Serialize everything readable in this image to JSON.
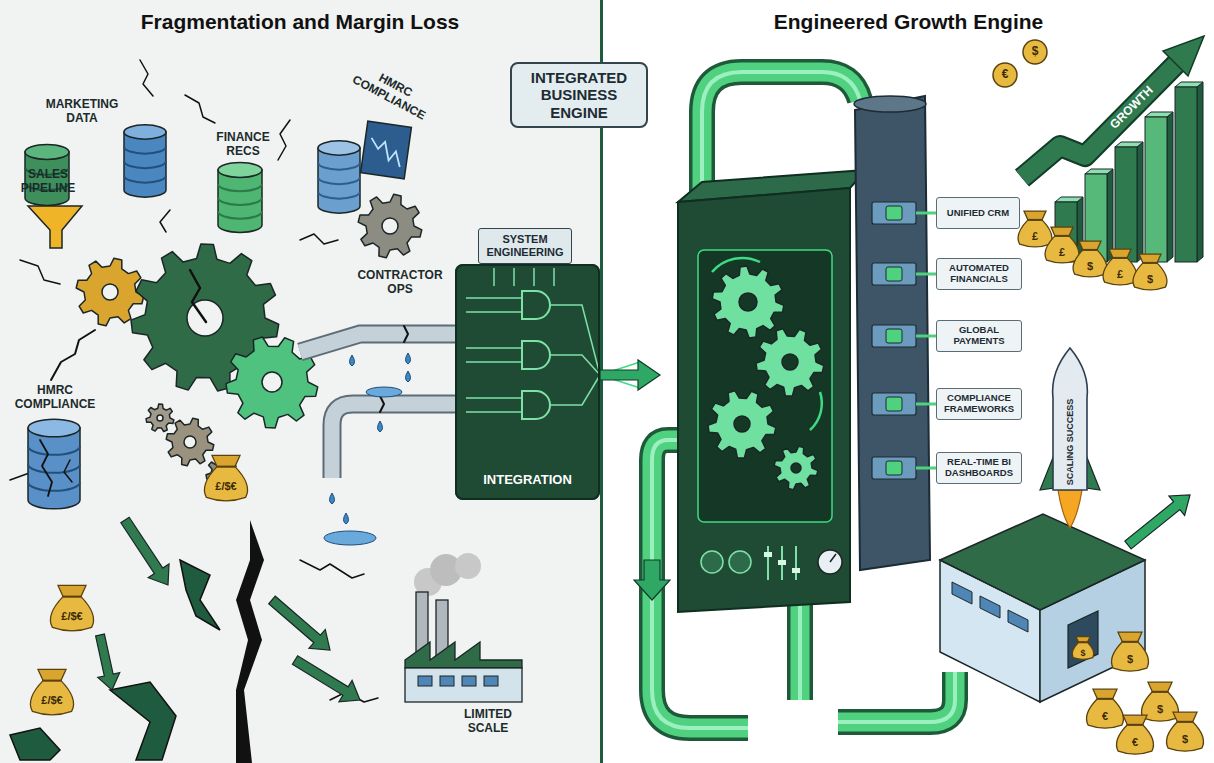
{
  "diagram": {
    "nodes": [
      {
        "text": [
          "Fragmentation and Margin Loss"
        ]
      },
      {
        "text": [
          "Engineered Growth Engine"
        ]
      },
      {
        "text": [
          "INTEGRATED BUSINESS ENGINE"
        ]
      },
      {
        "text": [
          "SYSTEM ENGINEERING"
        ],
        "in": 0
      },
      {
        "text": [
          "INTEGRATION"
        ],
        "in": 0
      },
      {
        "text": [
          "UNIFIED CRM"
        ],
        "in": 1
      },
      {
        "text": [
          "AUTOMATED FINANCIALS"
        ],
        "in": 1
      },
      {
        "text": [
          "GLOBAL PAYMENTS"
        ],
        "in": 1
      },
      {
        "text": [
          "COMPLIANCE FRAMEWORKS"
        ],
        "in": 1
      },
      {
        "text": [
          "REAL-TIME BI DASHBOARDS"
        ],
        "in": 1
      }
    ],
    "labels": [
      "MARKETING DATA",
      "FINANCE RECS",
      "HMRC COMPLIANCE",
      "SALES PIPELINE",
      "CONTRACTOR OPS",
      "HMRC COMPLIANCE",
      "£/$€",
      "£/$€",
      "£/$€",
      "LIMITED SCALE",
      "GROWTH",
      "$",
      "€",
      "£",
      "£",
      "$",
      "£",
      "$",
      "SCALING SUCCESS",
      "$",
      "$",
      "€",
      "$",
      "€",
      "$"
    ]
  }
}
